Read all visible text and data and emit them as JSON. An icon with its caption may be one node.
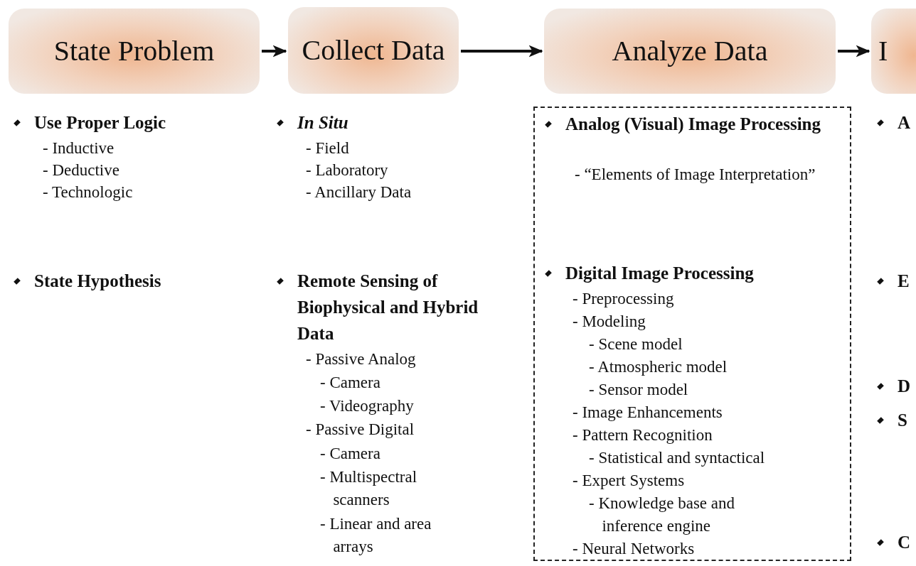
{
  "diagram": {
    "nodes": [
      {
        "text": [
          "State Problem"
        ]
      },
      {
        "text": [
          "Collect Data"
        ]
      },
      {
        "text": [
          "Analyze Data"
        ]
      },
      {
        "text": [
          "I"
        ]
      },
      {
        "text": [
          "Analog (Visual) Image Processing",
          "- “Elements of Image Interpretation”",
          "Digital Image Processing",
          "- Preprocessing",
          "- Modeling",
          "- Scene model",
          "- Atmospheric model",
          "- Sensor model",
          "- Image Enhancements",
          "- Pattern Recognition",
          "- Statistical and syntactical",
          "- Expert Systems",
          "- Knowledge base and inference engine",
          "- Neural Networks"
        ]
      }
    ],
    "edges": [
      {
        "from": 0,
        "to": 1,
        "arrow": "to"
      },
      {
        "from": 1,
        "to": 2,
        "arrow": "to"
      },
      {
        "from": 2,
        "to": 3,
        "arrow": "to"
      }
    ],
    "labels": [
      "Use Proper Logic",
      "- Inductive",
      "- Deductive",
      "- Technologic",
      "State Hypothesis",
      "In Situ",
      "- Field",
      "- Laboratory",
      "- Ancillary Data",
      "Remote Sensing of Biophysical and Hybrid Data",
      "- Passive Analog",
      "- Camera",
      "- Videography",
      "- Passive Digital",
      "- Camera",
      "- Multispectral scanners",
      "- Linear and area arrays",
      "A",
      "E",
      "D",
      "S",
      "C"
    ]
  }
}
